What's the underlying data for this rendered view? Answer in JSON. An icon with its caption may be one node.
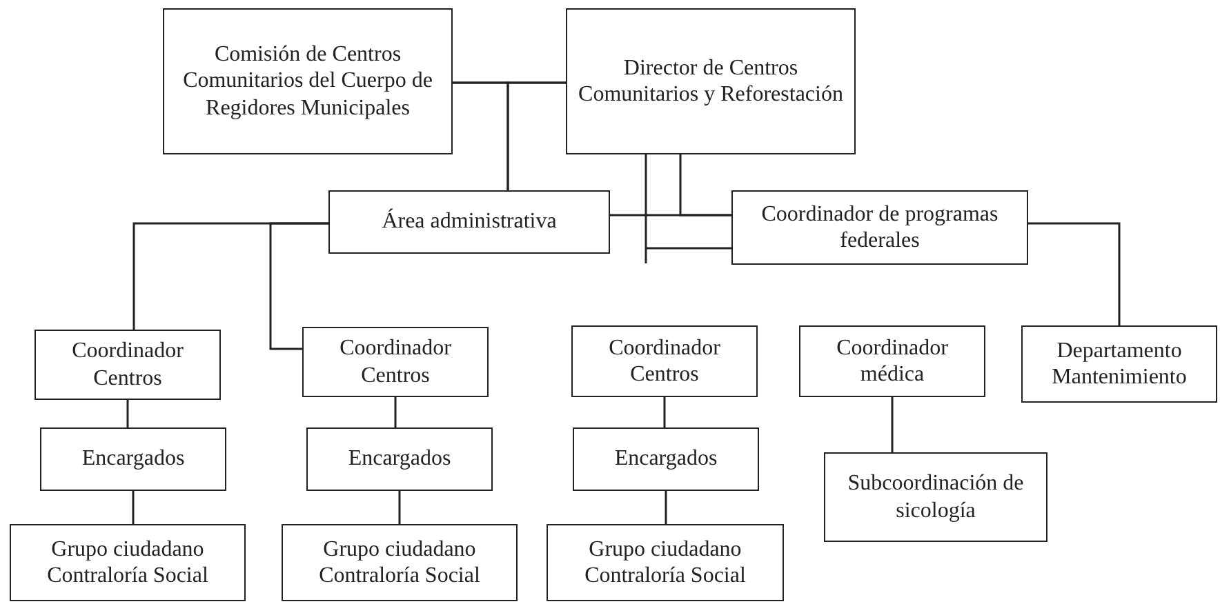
{
  "diagram": {
    "nodes": [
      {
        "text": [
          "Comisión de Centros Comunitarios del Cuerpo de Regidores Municipales"
        ]
      },
      {
        "text": [
          "Director de Centros Comunitarios y Reforestación"
        ]
      },
      {
        "text": [
          "Área administrativa"
        ]
      },
      {
        "text": [
          "Coordinador de programas federales"
        ]
      },
      {
        "text": [
          "Coordinador Centros"
        ]
      },
      {
        "text": [
          "Coordinador Centros"
        ]
      },
      {
        "text": [
          "Coordinador Centros"
        ]
      },
      {
        "text": [
          "Coordinador médica"
        ]
      },
      {
        "text": [
          "Departamento Mantenimiento"
        ]
      },
      {
        "text": [
          "Encargados"
        ]
      },
      {
        "text": [
          "Encargados"
        ]
      },
      {
        "text": [
          "Encargados"
        ]
      },
      {
        "text": [
          "Subcoordinación de sicología"
        ]
      },
      {
        "text": [
          "Grupo ciudadano Contraloría Social"
        ]
      },
      {
        "text": [
          "Grupo ciudadano Contraloría Social"
        ]
      },
      {
        "text": [
          "Grupo ciudadano Contraloría Social"
        ]
      }
    ],
    "edges": [
      {
        "from": 0,
        "to": 1,
        "arrow": "none"
      },
      {
        "from": 0,
        "to": 2,
        "arrow": "none"
      },
      {
        "from": 1,
        "to": 2,
        "arrow": "none"
      },
      {
        "from": 1,
        "to": 3,
        "arrow": "none"
      },
      {
        "from": 2,
        "to": 3,
        "arrow": "none"
      },
      {
        "from": 1,
        "to": 3,
        "arrow": "none"
      },
      {
        "from": 3,
        "to": 8,
        "arrow": "none"
      },
      {
        "from": 2,
        "to": 4,
        "arrow": "none"
      },
      {
        "from": 2,
        "to": 5,
        "arrow": "none"
      },
      {
        "from": 4,
        "to": 9,
        "arrow": "none"
      },
      {
        "from": 9,
        "to": 13,
        "arrow": "none"
      },
      {
        "from": 5,
        "to": 10,
        "arrow": "none"
      },
      {
        "from": 10,
        "to": 14,
        "arrow": "none"
      },
      {
        "from": 6,
        "to": 11,
        "arrow": "none"
      },
      {
        "from": 11,
        "to": 15,
        "arrow": "none"
      },
      {
        "from": 7,
        "to": 12,
        "arrow": "none"
      }
    ]
  }
}
